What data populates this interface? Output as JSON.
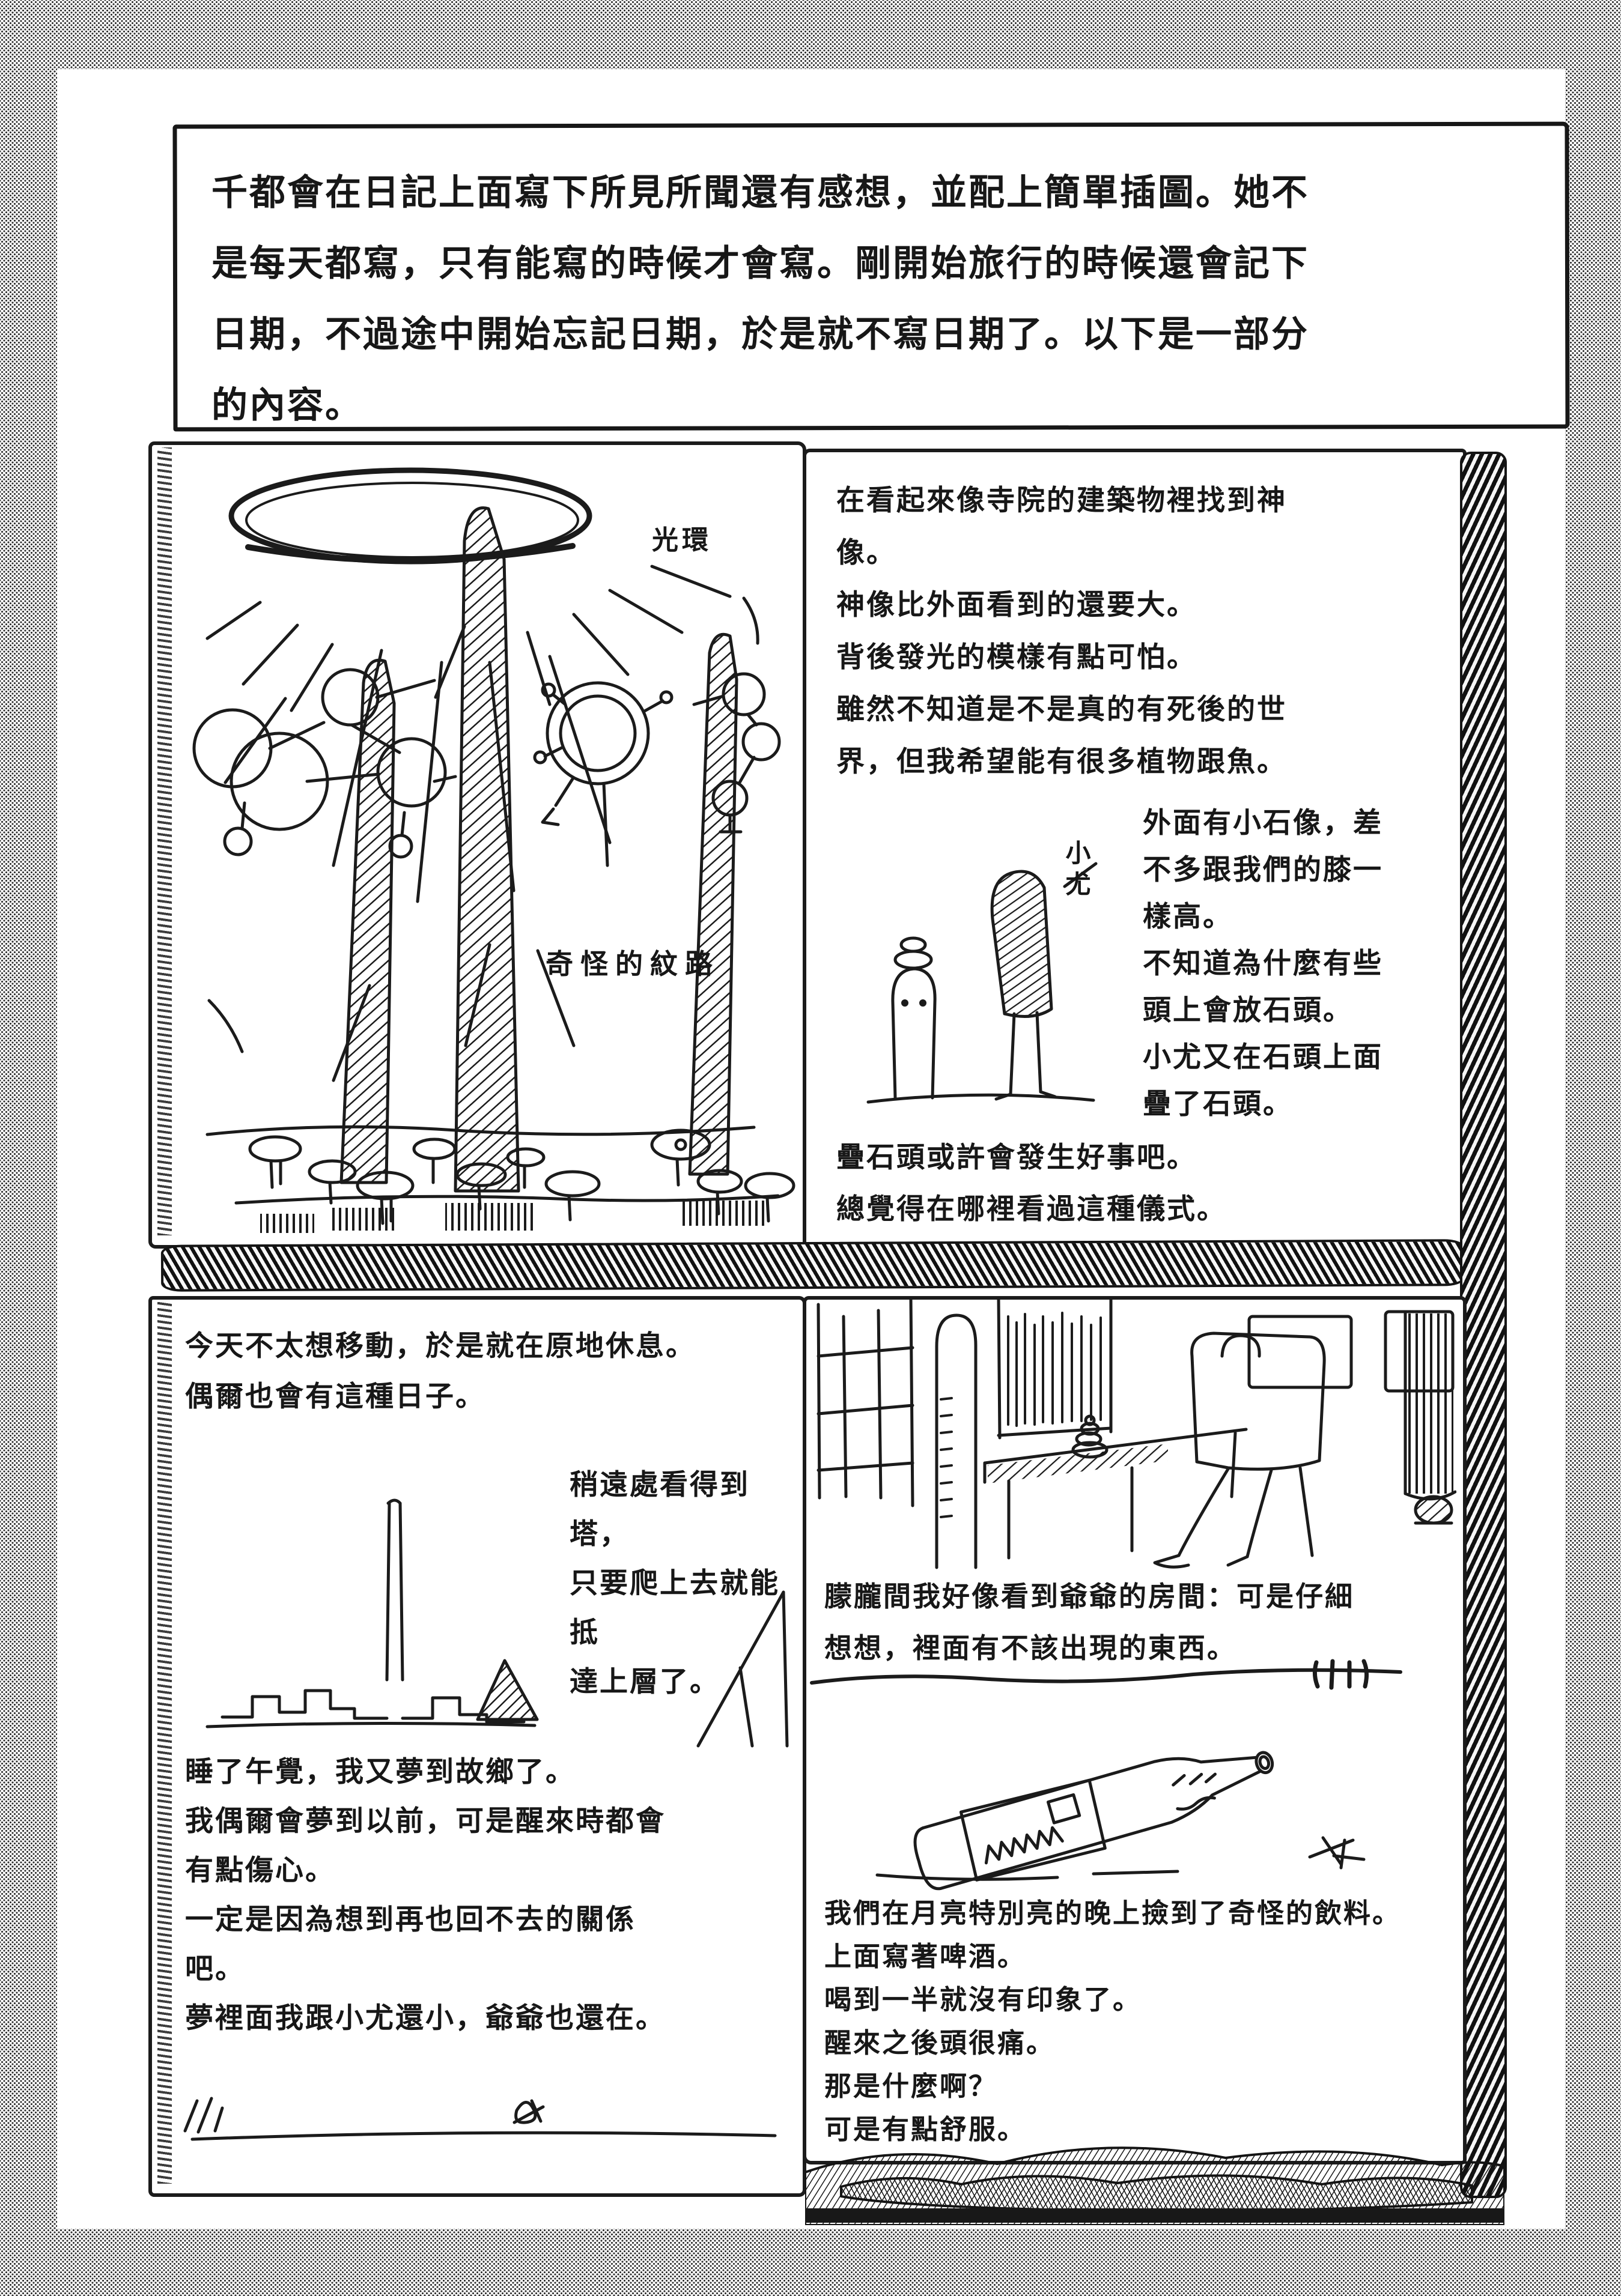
{
  "colors": {
    "ink": "#1a1a1a",
    "paper": "#ffffff",
    "halftone_gray": "#343434"
  },
  "intro": {
    "text": "千都會在日記上面寫下所見所聞還有感想，並配上簡單插圖。她不\n是每天都寫，只有能寫的時候才會寫。剛開始旅行的時候還會記下\n日期，不過途中開始忘記日期，於是就不寫日期了。以下是一部分\n的內容。"
  },
  "panels": {
    "shrine": {
      "halo_label": "光環",
      "pattern_label": "奇怪的紋路"
    },
    "statue": {
      "found": "在看起來像寺院的建築物裡找到神\n像。\n神像比外面看到的還要大。\n背後發光的模樣有點可怕。\n雖然不知道是不是真的有死後的世\n界，但我希望能有很多植物跟魚。",
      "yuu_label": "小尤",
      "outside": "外面有小石像，差\n不多跟我們的膝一\n樣高。\n不知道為什麼有些\n頭上會放石頭。\n小尤又在石頭上面\n疊了石頭。",
      "stacking": "疊石頭或許會發生好事吧。\n總覺得在哪裡看過這種儀式。"
    },
    "rest": {
      "today": "今天不太想移動，於是就在原地休息。\n偶爾也會有這種日子。",
      "tower": "稍遠處看得到塔，\n只要爬上去就能抵\n達上層了。",
      "dream": "睡了午覺，我又夢到故鄉了。\n我偶爾會夢到以前，可是醒來時都會\n有點傷心。\n一定是因為想到再也回不去的關係\n吧。\n夢裡面我跟小尤還小，爺爺也還在。"
    },
    "room": {
      "grandpa": "朦朧間我好像看到爺爺的房間：可是仔細\n想想，裡面有不該出現的東西。",
      "drink": "我們在月亮特別亮的晚上撿到了奇怪的飲料。\n上面寫著啤酒。\n喝到一半就沒有印象了。\n醒來之後頭很痛。\n那是什麼啊？\n可是有點舒服。"
    }
  }
}
